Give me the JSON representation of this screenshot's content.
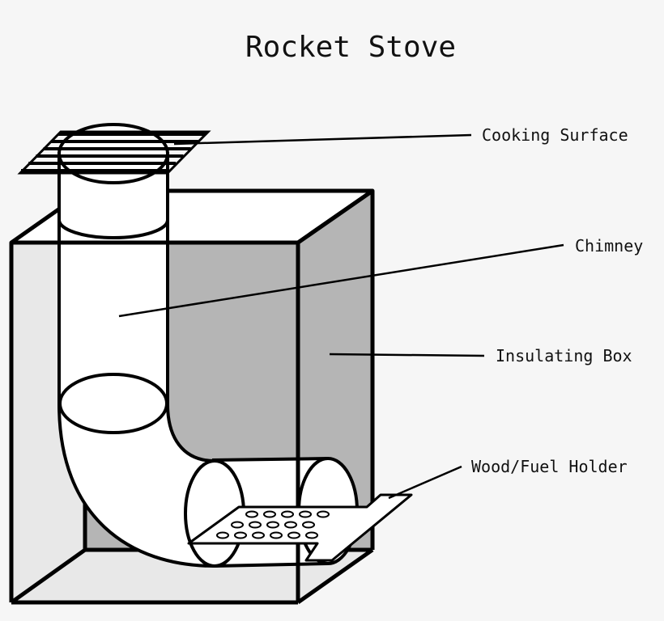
{
  "title": "Rocket Stove",
  "labels": {
    "cooking_surface": "Cooking Surface",
    "chimney": "Chimney",
    "insulating_box": "Insulating Box",
    "fuel_holder": "Wood/Fuel Holder"
  },
  "colors": {
    "background": "#f6f6f6",
    "stroke": "#000000",
    "box_back_wall": "#b5b5b5",
    "box_side_wall": "#e8e8e8",
    "pipe": "#ffffff"
  }
}
